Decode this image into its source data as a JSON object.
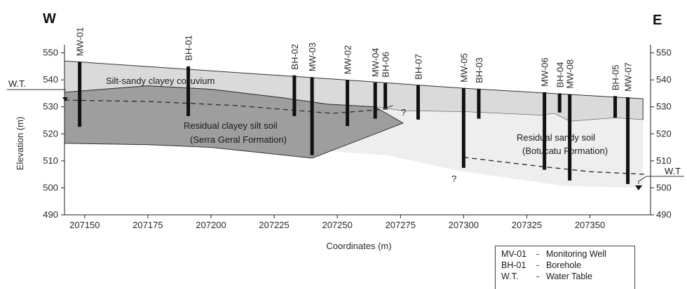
{
  "directions": {
    "west": "W",
    "east": "E"
  },
  "axes": {
    "x_title": "Coordinates (m)",
    "y_title": "Elevation (m)",
    "x_ticks": [
      "207150",
      "207175",
      "207200",
      "207225",
      "207250",
      "207275",
      "207300",
      "207325",
      "207350"
    ],
    "y_ticks_left": [
      "550",
      "540",
      "530",
      "520",
      "510",
      "500",
      "490"
    ],
    "y_ticks_right": [
      "550",
      "540",
      "530",
      "520",
      "510",
      "500",
      "490"
    ],
    "x_range": [
      207142,
      207374
    ],
    "y_range": [
      490,
      553
    ]
  },
  "layers": {
    "colluvium": "Silt-sandy clayey colluvium",
    "residual_clayey_1": "Residual clayey silt soil",
    "residual_clayey_2": "(Serra Geral Formation)",
    "residual_sandy_1": "Residual sandy soil",
    "residual_sandy_2": "(Botucatu Formation)"
  },
  "water_table": {
    "left_label": "W.T.",
    "right_label": "W.T",
    "unknown_1": "?",
    "unknown_2": "?"
  },
  "wells": [
    {
      "name": "MW-01",
      "x": 207148,
      "top": 546.7,
      "bottom": 522.6
    },
    {
      "name": "BH-01",
      "x": 207191,
      "top": 545.0,
      "bottom": 526.6
    },
    {
      "name": "BH-02",
      "x": 207233,
      "top": 541.7,
      "bottom": 526.6
    },
    {
      "name": "MW-03",
      "x": 207240,
      "top": 541.0,
      "bottom": 512.1
    },
    {
      "name": "MW-02",
      "x": 207254,
      "top": 540.0,
      "bottom": 522.9
    },
    {
      "name": "MW-04",
      "x": 207265,
      "top": 539.0,
      "bottom": 525.6
    },
    {
      "name": "BH-06",
      "x": 207269,
      "top": 538.8,
      "bottom": 529.4
    },
    {
      "name": "BH-07",
      "x": 207282,
      "top": 538.0,
      "bottom": 525.3
    },
    {
      "name": "MW-05",
      "x": 207300,
      "top": 537.0,
      "bottom": 507.4
    },
    {
      "name": "BH-03",
      "x": 207306,
      "top": 536.7,
      "bottom": 525.6
    },
    {
      "name": "MW-06",
      "x": 207332,
      "top": 535.4,
      "bottom": 506.7
    },
    {
      "name": "BH-04",
      "x": 207338,
      "top": 535.0,
      "bottom": 527.9
    },
    {
      "name": "MW-08",
      "x": 207342,
      "top": 534.7,
      "bottom": 502.7
    },
    {
      "name": "BH-05",
      "x": 207360,
      "top": 534.0,
      "bottom": 525.9
    },
    {
      "name": "MW-07",
      "x": 207365,
      "top": 533.6,
      "bottom": 501.4
    }
  ],
  "legend": [
    {
      "key": "MV-01",
      "sep": "-",
      "text": "Monitoring Well"
    },
    {
      "key": "BH-01",
      "sep": "-",
      "text": "Borehole"
    },
    {
      "key": "W.T.",
      "sep": "-",
      "text": "Water Table"
    }
  ],
  "colors": {
    "colluvium": "#dadada",
    "clayey_soil": "#9e9e9e",
    "sandy_soil": "#eeeeee",
    "well": "#111111",
    "line": "#333333"
  }
}
